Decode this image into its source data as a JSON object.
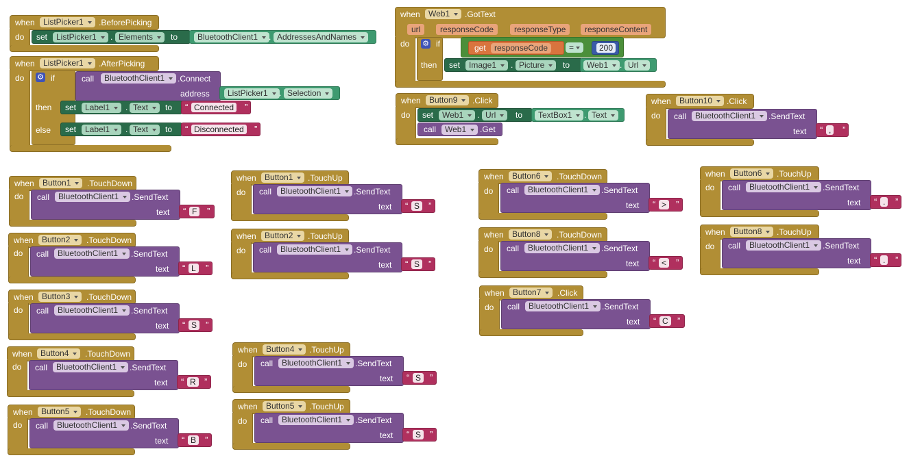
{
  "kw": {
    "when": "when",
    "do": "do",
    "set": "set",
    "to": "to",
    "call": "call",
    "text": "text",
    "if": "if",
    "then": "then",
    "else": "else",
    "address": "address",
    "get": "get",
    "url": "url",
    "eq": "=",
    "dot": "."
  },
  "blocks": {
    "lp_before": {
      "component": "ListPicker1",
      "event": ".BeforePicking",
      "set_comp": "ListPicker1",
      "set_prop": "Elements",
      "val_comp": "BluetoothClient1",
      "val_prop": "AddressesAndNames"
    },
    "lp_after": {
      "component": "ListPicker1",
      "event": ".AfterPicking",
      "call_comp": "BluetoothClient1",
      "method": ".Connect",
      "addr_comp": "ListPicker1",
      "addr_prop": "Selection",
      "then_comp": "Label1",
      "then_prop": "Text",
      "then_val": "Connected",
      "else_comp": "Label1",
      "else_prop": "Text",
      "else_val": "Disconnected"
    },
    "web_got": {
      "component": "Web1",
      "event": ".GotText",
      "params": [
        "url",
        "responseCode",
        "responseType",
        "responseContent"
      ],
      "get_var": "responseCode",
      "cmp": "=",
      "num": "200",
      "set_comp": "Image1",
      "set_prop": "Picture",
      "val_comp": "Web1",
      "val_prop": "Url"
    },
    "b9": {
      "component": "Button9",
      "event": ".Click",
      "set_comp": "Web1",
      "set_prop": "Url",
      "val_comp": "TextBox1",
      "val_prop": "Text",
      "call_comp": "Web1",
      "method": ".Get"
    },
    "b10": {
      "component": "Button10",
      "event": ".Click",
      "call_comp": "BluetoothClient1",
      "method": ".SendText",
      "value": ","
    },
    "b1d": {
      "component": "Button1",
      "event": ".TouchDown",
      "call_comp": "BluetoothClient1",
      "method": ".SendText",
      "value": "F"
    },
    "b2d": {
      "component": "Button2",
      "event": ".TouchDown",
      "call_comp": "BluetoothClient1",
      "method": ".SendText",
      "value": "L"
    },
    "b3d": {
      "component": "Button3",
      "event": ".TouchDown",
      "call_comp": "BluetoothClient1",
      "method": ".SendText",
      "value": "S"
    },
    "b4d": {
      "component": "Button4",
      "event": ".TouchDown",
      "call_comp": "BluetoothClient1",
      "method": ".SendText",
      "value": "R"
    },
    "b5d": {
      "component": "Button5",
      "event": ".TouchDown",
      "call_comp": "BluetoothClient1",
      "method": ".SendText",
      "value": "B"
    },
    "b1u": {
      "component": "Button1",
      "event": ".TouchUp",
      "call_comp": "BluetoothClient1",
      "method": ".SendText",
      "value": "S"
    },
    "b2u": {
      "component": "Button2",
      "event": ".TouchUp",
      "call_comp": "BluetoothClient1",
      "method": ".SendText",
      "value": "S"
    },
    "b4u": {
      "component": "Button4",
      "event": ".TouchUp",
      "call_comp": "BluetoothClient1",
      "method": ".SendText",
      "value": "S"
    },
    "b5u": {
      "component": "Button5",
      "event": ".TouchUp",
      "call_comp": "BluetoothClient1",
      "method": ".SendText",
      "value": "S"
    },
    "b6d": {
      "component": "Button6",
      "event": ".TouchDown",
      "call_comp": "BluetoothClient1",
      "method": ".SendText",
      "value": ">"
    },
    "b8d": {
      "component": "Button8",
      "event": ".TouchDown",
      "call_comp": "BluetoothClient1",
      "method": ".SendText",
      "value": "<"
    },
    "b7c": {
      "component": "Button7",
      "event": ".Click",
      "call_comp": "BluetoothClient1",
      "method": ".SendText",
      "value": "C"
    },
    "b6u": {
      "component": "Button6",
      "event": ".TouchUp",
      "call_comp": "BluetoothClient1",
      "method": ".SendText",
      "value": "."
    },
    "b8u": {
      "component": "Button8",
      "event": ".TouchUp",
      "call_comp": "BluetoothClient1",
      "method": ".SendText",
      "value": "."
    }
  },
  "colors": {
    "event": "#b18e35",
    "call": "#7a5291",
    "set": "#2a6b4a",
    "text": "#b0305e",
    "math": "#3a5ba8",
    "logic": "#4b8f3a",
    "var": "#d9743e"
  }
}
